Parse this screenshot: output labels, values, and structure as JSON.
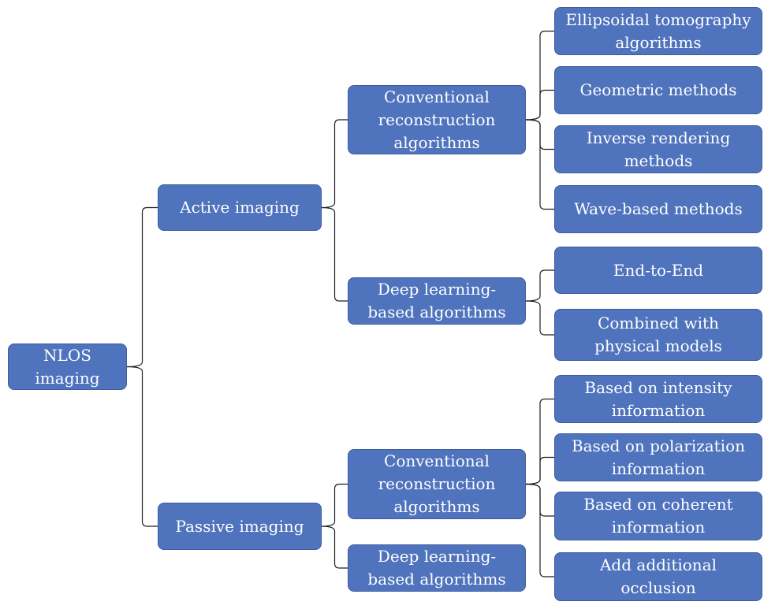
{
  "root": {
    "label": "NLOS\nimaging"
  },
  "active": {
    "label": "Active imaging",
    "conventional": {
      "label": "Conventional\nreconstruction\nalgorithms",
      "methods": [
        "Ellipsoidal tomography\nalgorithms",
        "Geometric methods",
        "Inverse rendering\nmethods",
        "Wave-based methods"
      ]
    },
    "deep": {
      "label": "Deep learning-\nbased algorithms",
      "methods": [
        "End-to-End",
        "Combined with\nphysical models"
      ]
    }
  },
  "passive": {
    "label": "Passive imaging",
    "conventional": {
      "label": "Conventional\nreconstruction\nalgorithms",
      "methods": [
        "Based on intensity\ninformation",
        "Based on polarization\ninformation",
        "Based on coherent\ninformation",
        "Add additional\nocclusion"
      ]
    },
    "deep": {
      "label": "Deep learning-\nbased algorithms"
    }
  },
  "colors": {
    "node_fill": "#4f73bd",
    "node_border": "#3d5d9f",
    "connector": "#1f1f1f",
    "text": "#ffffff"
  }
}
